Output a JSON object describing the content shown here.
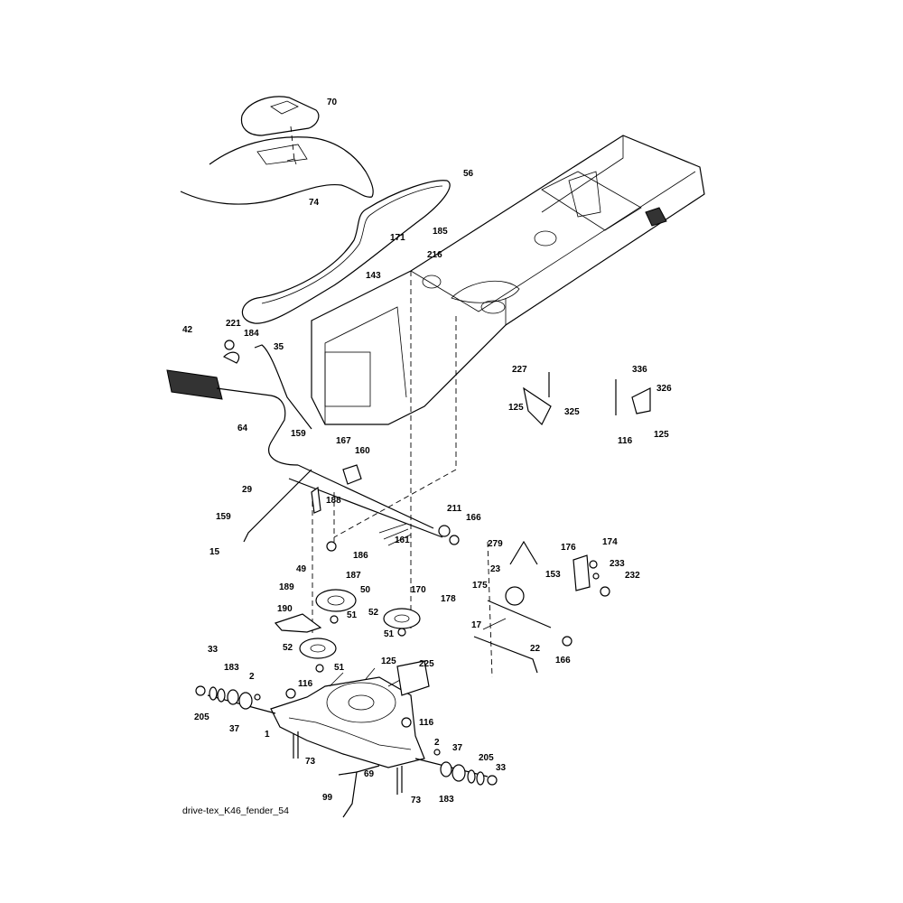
{
  "caption": "drive-tex_K46_fender_54",
  "labels": [
    "70",
    "56",
    "74",
    "171",
    "185",
    "216",
    "143",
    "221",
    "184",
    "42",
    "35",
    "227",
    "336",
    "326",
    "125",
    "325",
    "116",
    "125",
    "64",
    "159",
    "167",
    "160",
    "29",
    "188",
    "211",
    "166",
    "159",
    "15",
    "186",
    "161",
    "279",
    "176",
    "174",
    "153",
    "49",
    "187",
    "189",
    "50",
    "23",
    "233",
    "232",
    "170",
    "190",
    "51",
    "52",
    "175",
    "178",
    "17",
    "22",
    "166",
    "51",
    "52",
    "51",
    "125",
    "225",
    "33",
    "183",
    "2",
    "116",
    "205",
    "37",
    "116",
    "1",
    "37",
    "205",
    "33",
    "2",
    "73",
    "69",
    "99",
    "73",
    "183"
  ]
}
